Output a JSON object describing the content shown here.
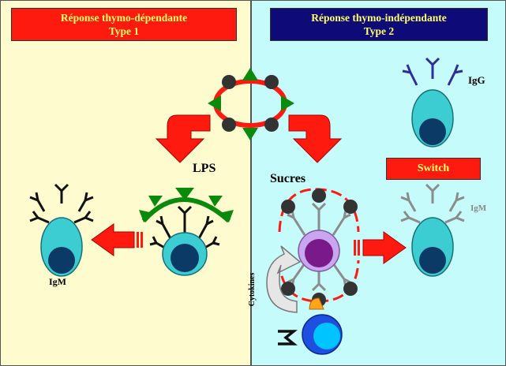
{
  "left_panel": {
    "title_line1": "Réponse thymo-dépendante",
    "title_line2": "Type 1",
    "bg_color": "#fefccf",
    "title_bg": "#ff1a10"
  },
  "right_panel": {
    "title_line1": "Réponse thymo-indépendante",
    "title_line2": "Type 2",
    "bg_color": "#c6fbfc",
    "title_bg": "#0e0a78"
  },
  "labels": {
    "lps": "LPS",
    "sucres": "Sucres",
    "igm_left": "IgM",
    "igg": "IgG",
    "igm_right": "IgM",
    "switch": "Switch",
    "cytokines": "Cytokines"
  },
  "colors": {
    "arrow_red": "#ff1a10",
    "cell_teal": "#3ccdd2",
    "nucleus_navy": "#0b3a66",
    "lps_green": "#0a8a0a",
    "igg_purple": "#2f2f9a",
    "igm_gray": "#8c8c8c",
    "b_cell_purple": "#c9a6ef",
    "b_nucleus_purple": "#7a1a8a",
    "t_cell_blue": "#1f4fe0"
  }
}
